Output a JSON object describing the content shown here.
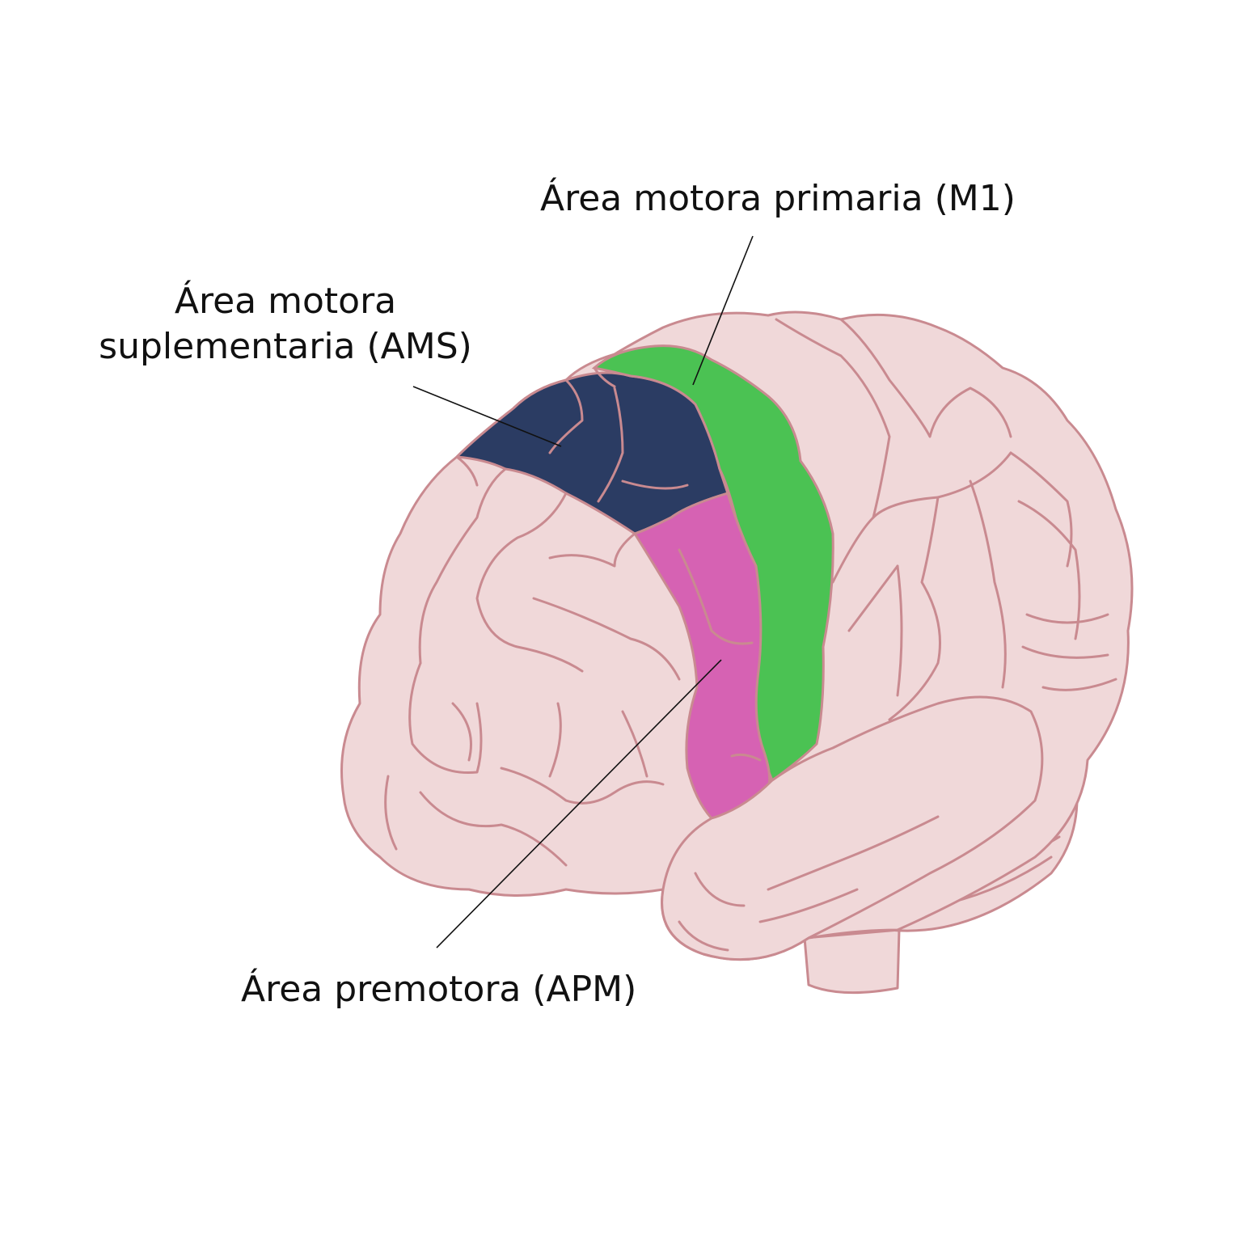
{
  "diagram": {
    "subject": "Brain lateral view showing motor cortex areas",
    "colors": {
      "background": "#ffffff",
      "brain_fill": "#f0d8d9",
      "brain_outline": "#c98a90",
      "ams_fill": "#2b3c63",
      "m1_fill": "#4bc253",
      "apm_fill": "#d662b3",
      "leader_line": "#111111"
    },
    "labels": {
      "m1": "Área motora primaria (M1)",
      "ams_line1": "Área motora",
      "ams_line2": "suplementaria (AMS)",
      "apm": "Área premotora (APM)"
    },
    "regions": [
      {
        "id": "ams",
        "name": "Área motora suplementaria",
        "abbr": "AMS"
      },
      {
        "id": "m1",
        "name": "Área motora primaria",
        "abbr": "M1"
      },
      {
        "id": "apm",
        "name": "Área premotora",
        "abbr": "APM"
      }
    ]
  }
}
